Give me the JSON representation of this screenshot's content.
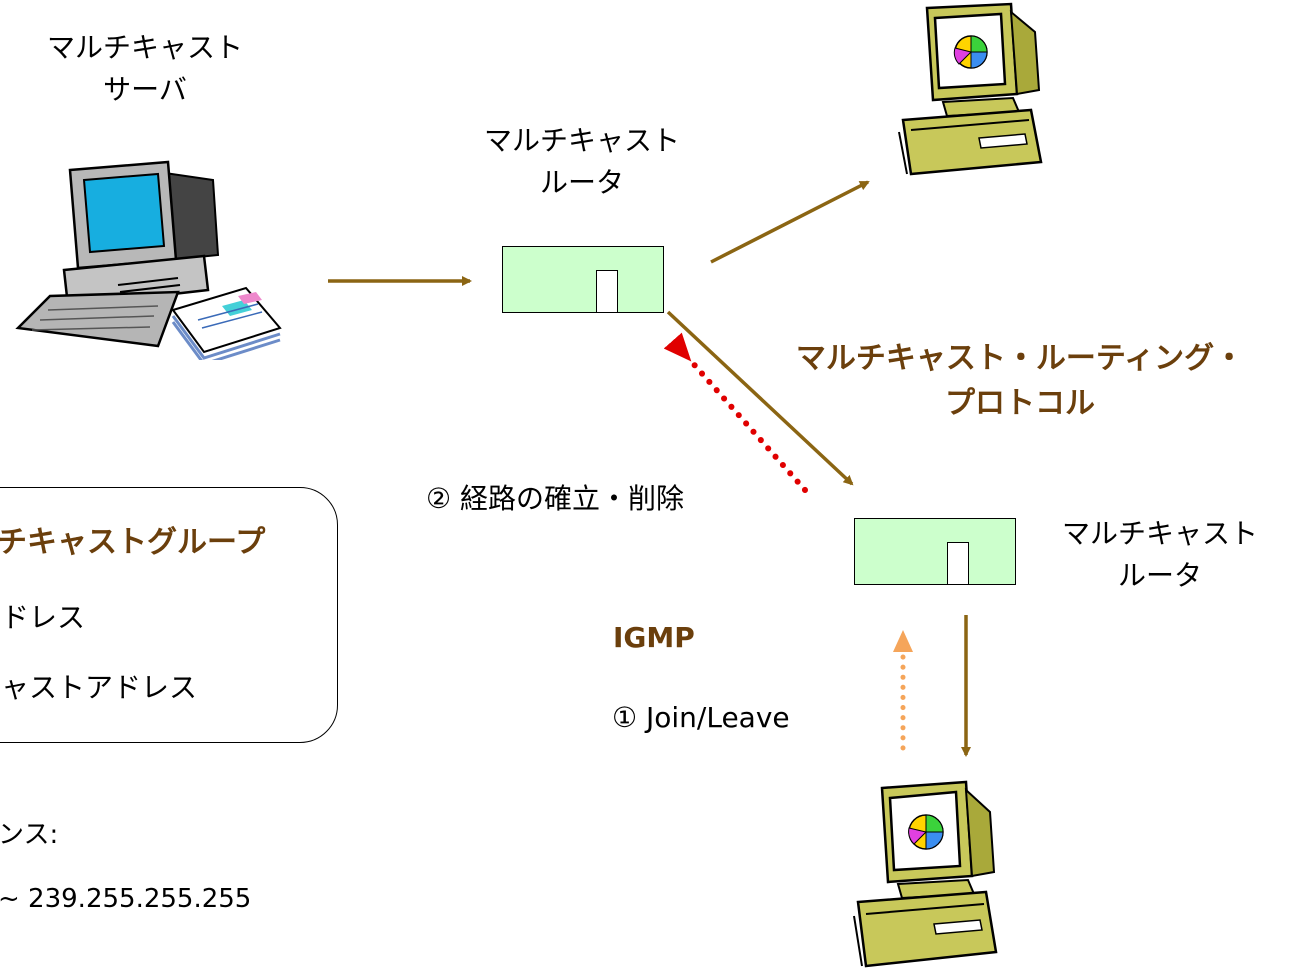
{
  "server": {
    "label_line1": "マルチキャスト",
    "label_line2": "サーバ"
  },
  "router_top": {
    "label_line1": "マルチキャスト",
    "label_line2": "ルータ"
  },
  "router_bottom": {
    "label_line1": "マルチキャスト",
    "label_line2": "ルータ"
  },
  "routing_protocol": {
    "line1": "マルチキャスト・ルーティング・",
    "line2": "プロトコル"
  },
  "route_step": "② 経路の確立・削除",
  "igmp": {
    "title": "IGMP",
    "step": "① Join/Leave"
  },
  "group_box": {
    "title": "チキャストグループ",
    "line1": "ドレス",
    "line2": "ャストアドレス"
  },
  "address_note": {
    "line1": "ンス:",
    "line2": "~ 239.255.255.255"
  },
  "colors": {
    "arrow_brown": "#8b6513",
    "router_fill": "#ccffcc",
    "route_dotted": "#e00000",
    "igmp_dotted": "#f5a55a",
    "label_brown": "#6b3f0c"
  },
  "icons": [
    "server-computer-icon",
    "client-computer-icon"
  ]
}
